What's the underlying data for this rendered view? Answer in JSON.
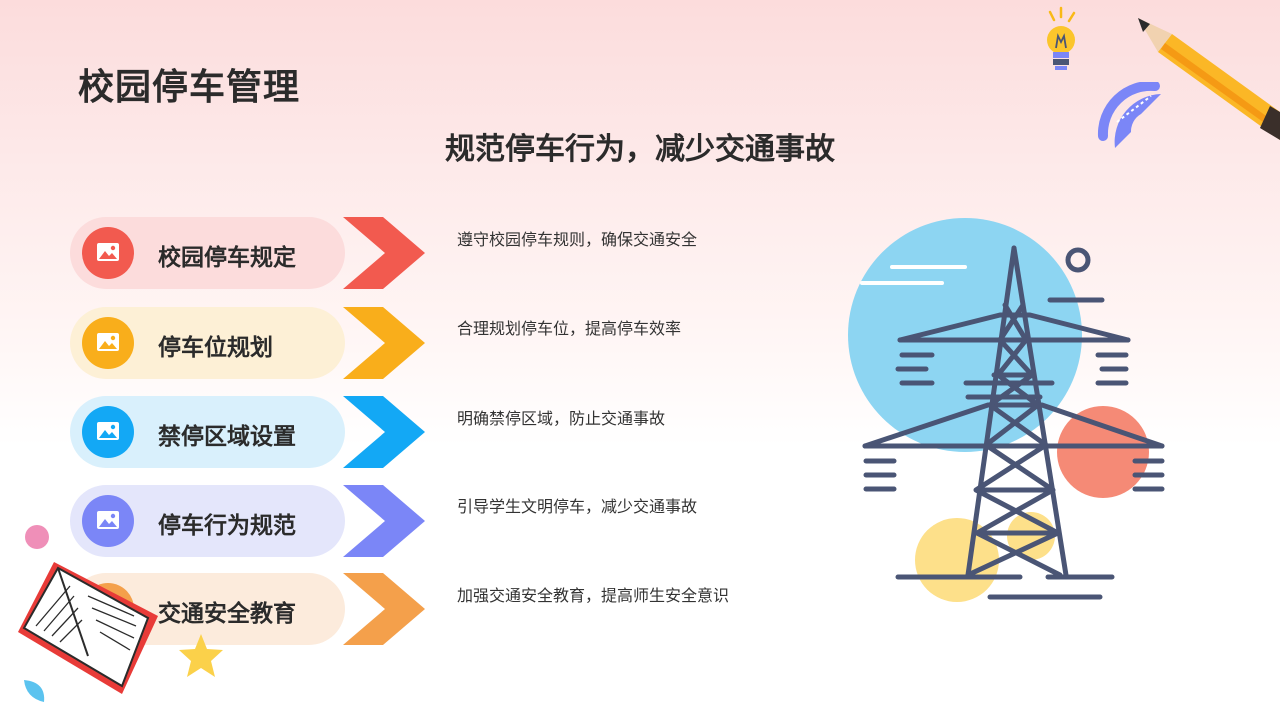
{
  "title": "校园停车管理",
  "subtitle": "规范停车行为，减少交通事故",
  "items": [
    {
      "label": "校园停车规定",
      "description": "遵守校园停车规则，确保交通安全",
      "color": "#f25a4f",
      "pill": "#fcdcdc"
    },
    {
      "label": "停车位规划",
      "description": "合理规划停车位，提高停车效率",
      "color": "#f9ae1b",
      "pill": "#fdf0d6"
    },
    {
      "label": "禁停区域设置",
      "description": "明确禁停区域，防止交通事故",
      "color": "#13a8f5",
      "pill": "#d9f0fc"
    },
    {
      "label": "停车行为规范",
      "description": "引导学生文明停车，减少交通事故",
      "color": "#7b86f7",
      "pill": "#e4e6fb"
    },
    {
      "label": "交通安全教育",
      "description": "加强交通安全教育，提高师生安全意识",
      "color": "#f4a04b",
      "pill": "#fcebdc"
    }
  ],
  "icons": {
    "item_icon": "image-icon",
    "illustration": "power-tower-illustration",
    "decorations": [
      "lightbulb-icon",
      "pencil-icon",
      "protractor-icon",
      "open-book-icon",
      "star-icon"
    ]
  }
}
